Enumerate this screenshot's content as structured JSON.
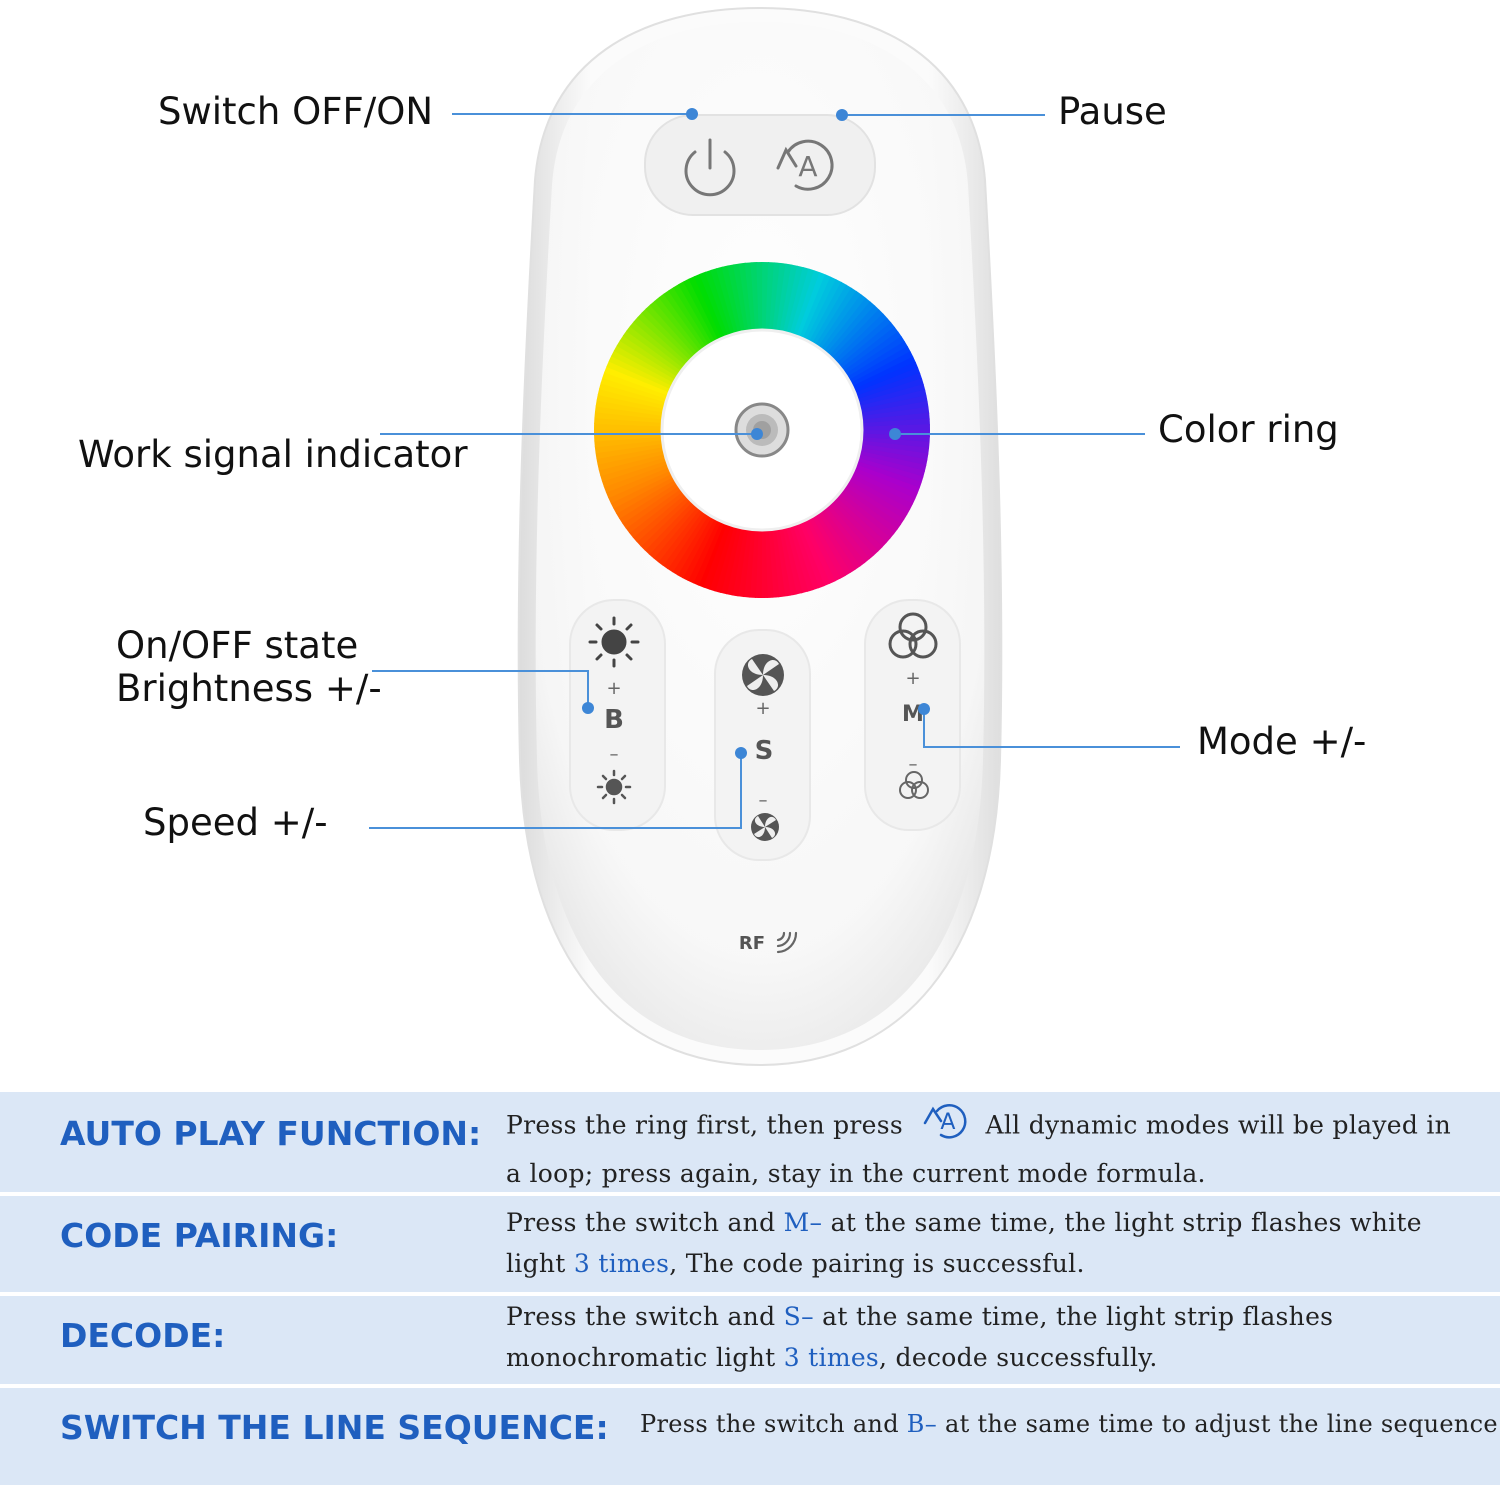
{
  "callouts": {
    "switch": "Switch OFF/ON",
    "pause": "Pause",
    "indicator": "Work signal indicator",
    "color_ring": "Color ring",
    "brightness_line1": "On/OFF state",
    "brightness_line2": "Brightness +/-",
    "mode": "Mode +/-",
    "speed": "Speed +/-"
  },
  "remote": {
    "b_label": "B",
    "s_label": "S",
    "m_label": "M",
    "plus": "+",
    "minus": "–",
    "rf": "RF",
    "auto_glyph": "A",
    "icons": [
      "power-icon",
      "auto-play-icon",
      "sun-bright-icon",
      "sun-dim-icon",
      "pinwheel-icon",
      "rings-icon",
      "rf-icon"
    ]
  },
  "info": {
    "auto": {
      "title": "AUTO PLAY FUNCTION:",
      "t1": "Press the ring first, then press",
      "t2": "All dynamic modes will be played in a loop; press again, stay in the current mode formula."
    },
    "code": {
      "title": "CODE PAIRING:",
      "t1": "Press the switch and",
      "k1": "M–",
      "t2": "at the same time, the light strip flashes white light",
      "k2": "3 times",
      "t3": ", The code pairing is successful."
    },
    "decode": {
      "title": "DECODE:",
      "t1": "Press the switch and",
      "k1": "S–",
      "t2": "at the same time, the light strip flashes monochromatic light",
      "k2": "3 times",
      "t3": ", decode successfully."
    },
    "line": {
      "title": "SWITCH THE LINE SEQUENCE:",
      "t1": "Press the switch and",
      "k1": "B–",
      "t2": "at the same time to adjust the line sequence."
    }
  },
  "colors": {
    "accent": "#1f5fbf",
    "callout_line": "#4a90d9",
    "row_bg": "#dbe7f6",
    "ring": [
      "#ff0000",
      "#ff8800",
      "#ffee00",
      "#00dd00",
      "#00ccdd",
      "#0033ff",
      "#aa00cc",
      "#ff0066"
    ]
  }
}
